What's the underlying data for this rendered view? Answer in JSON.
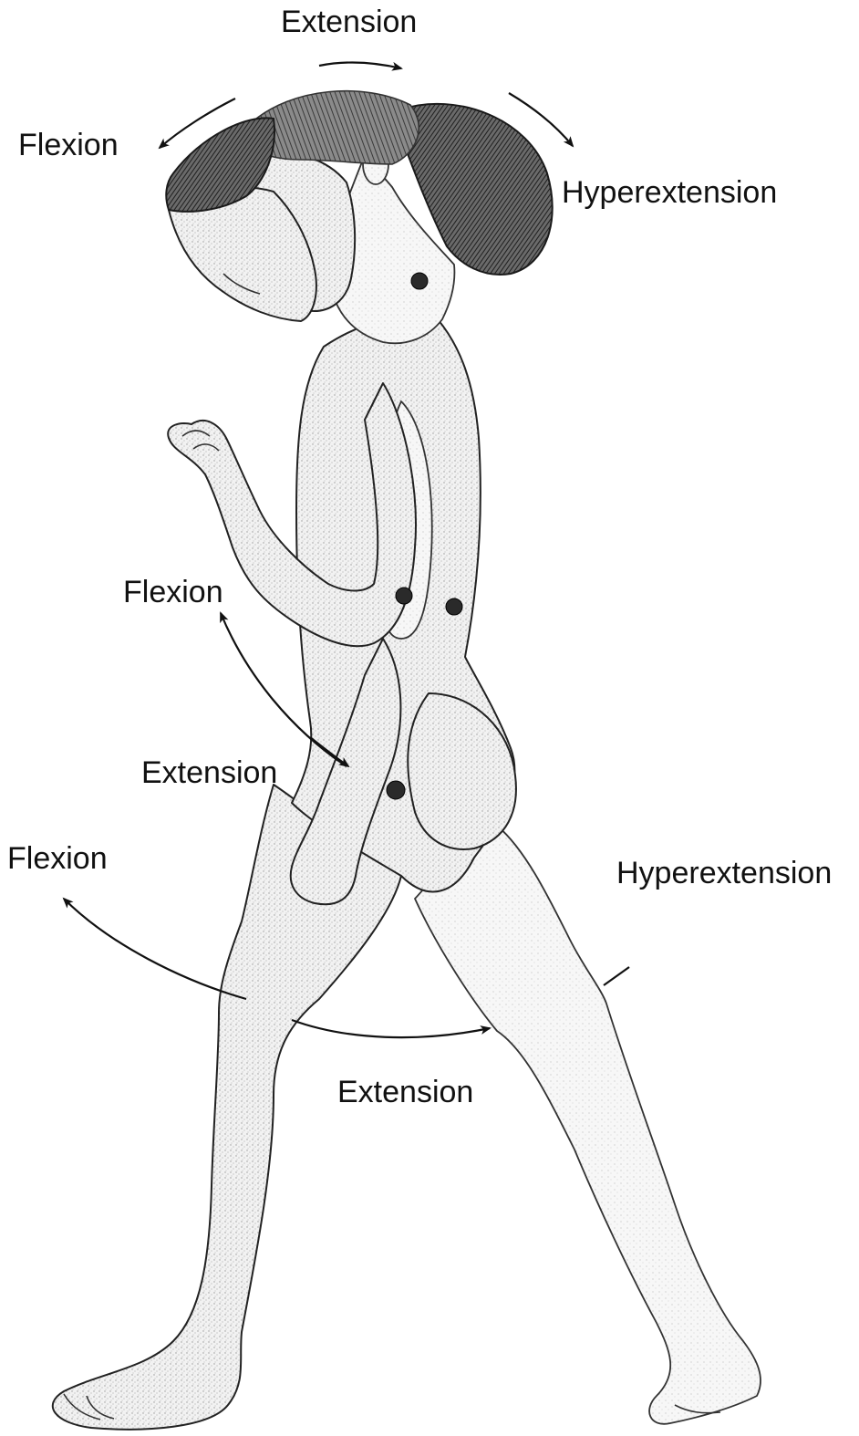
{
  "labels": {
    "neck_extension": "Extension",
    "neck_flexion": "Flexion",
    "neck_hyperextension": "Hyperextension",
    "shoulder_flexion": "Flexion",
    "shoulder_extension": "Extension",
    "hip_flexion": "Flexion",
    "hip_hyperextension": "Hyperextension",
    "hip_extension": "Extension"
  }
}
